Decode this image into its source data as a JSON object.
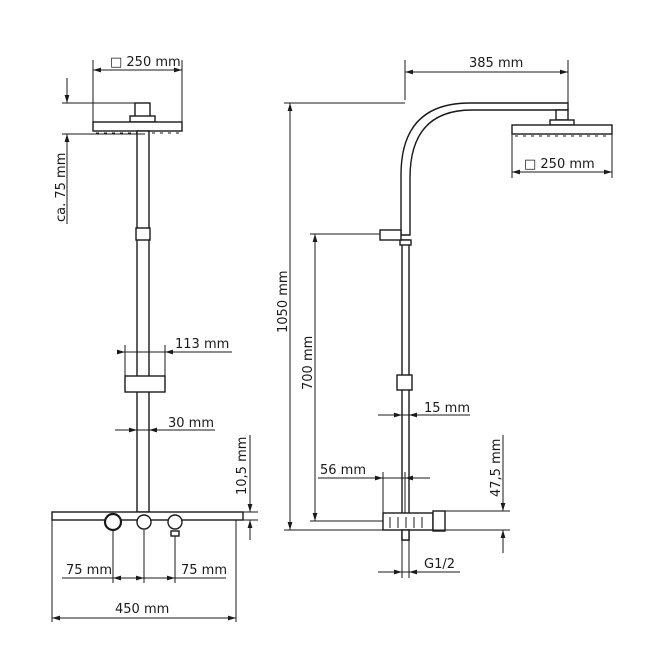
{
  "front_view": {
    "head_size": "□ 250 mm",
    "head_height": "ca. 75 mm",
    "holder_width": "113 mm",
    "pipe_diameter": "30 mm",
    "thermostat_offset": "10,5 mm",
    "inlet_spacing_left": "75 mm",
    "inlet_spacing_right": "75 mm",
    "thermostat_width": "450 mm"
  },
  "side_view": {
    "arm_reach": "385 mm",
    "head_size": "□ 250 mm",
    "total_height": "1050 mm",
    "holder_height": "700 mm",
    "rod_diameter": "15 mm",
    "wall_distance": "56 mm",
    "thermostat_depth": "47,5 mm",
    "connection": "G1/2"
  }
}
